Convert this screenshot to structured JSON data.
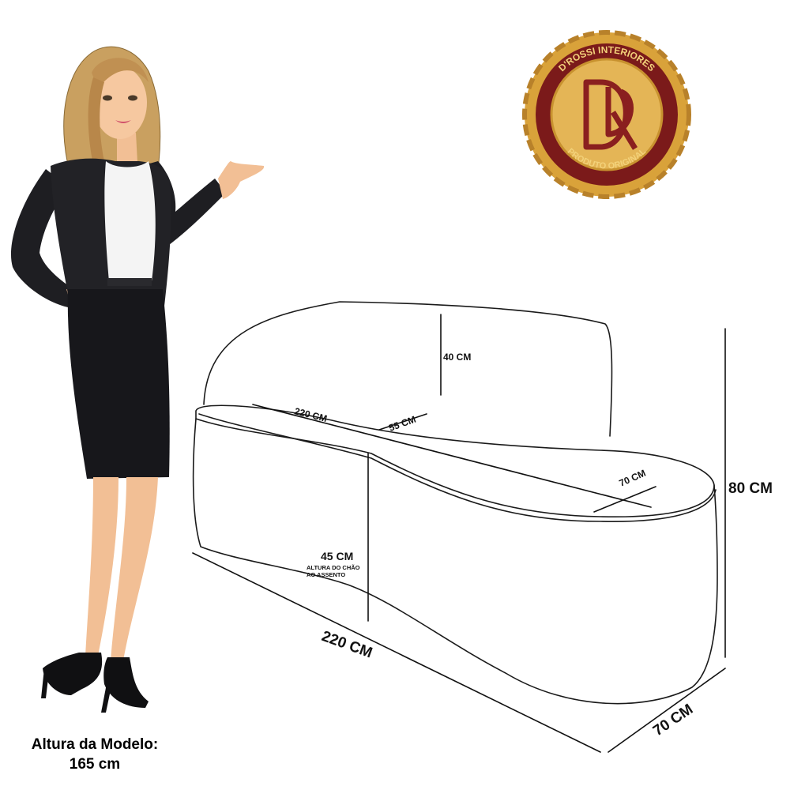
{
  "brand": {
    "name": "D'ROSSI INTERIORES",
    "tagline": "PRODUTO ORIGINAL",
    "colors": {
      "gold": "#d9a23a",
      "maroon": "#7b1a1a"
    }
  },
  "model": {
    "caption_line1": "Altura da Modelo:",
    "caption_line2": "165 cm"
  },
  "dimensions": {
    "backrest_height": "40 CM",
    "seat_width": "220 CM",
    "seat_depth_mid": "55 CM",
    "seat_depth_end": "70 CM",
    "total_height": "80 CM",
    "seat_height": "45 CM",
    "seat_height_note_line1": "ALTURA DO CHÃO",
    "seat_height_note_line2": "AO ASSENTO",
    "total_width": "220 CM",
    "total_depth": "70 CM"
  }
}
